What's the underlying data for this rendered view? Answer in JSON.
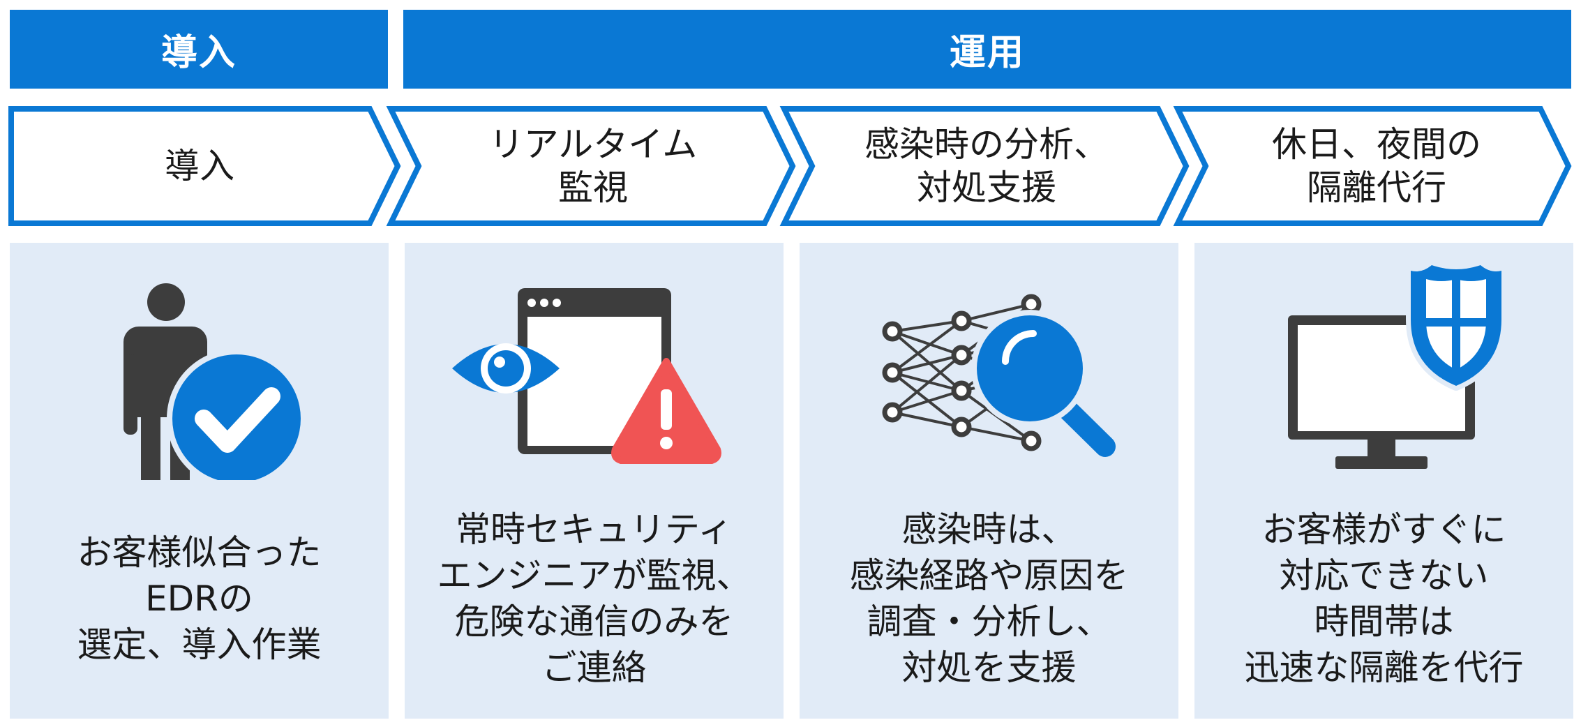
{
  "phases": [
    {
      "label": "導入"
    },
    {
      "label": "運用"
    }
  ],
  "steps": [
    {
      "label": "導入"
    },
    {
      "label": "リアルタイム\n監視"
    },
    {
      "label": "感染時の分析、\n対処支援"
    },
    {
      "label": "休日、夜間の\n隔離代行"
    }
  ],
  "cards": [
    {
      "icon": "person-check-icon",
      "description": "お客様似合った\nEDRの\n選定、導入作業"
    },
    {
      "icon": "eye-browser-warning-icon",
      "description": "常時セキュリティ\nエンジニアが監視、\n危険な通信のみを\nご連絡"
    },
    {
      "icon": "network-magnifier-icon",
      "description": "感染時は、\n感染経路や原因を\n調査・分析し、\n対処を支援"
    },
    {
      "icon": "monitor-shield-icon",
      "description": "お客様がすぐに\n対応できない\n時間帯は\n迅速な隔離を代行"
    }
  ],
  "colors": {
    "primary_blue": "#0a78d4",
    "card_background": "#e1ebf7",
    "icon_dark": "#3d3d3d",
    "warning_red": "#f05454"
  }
}
